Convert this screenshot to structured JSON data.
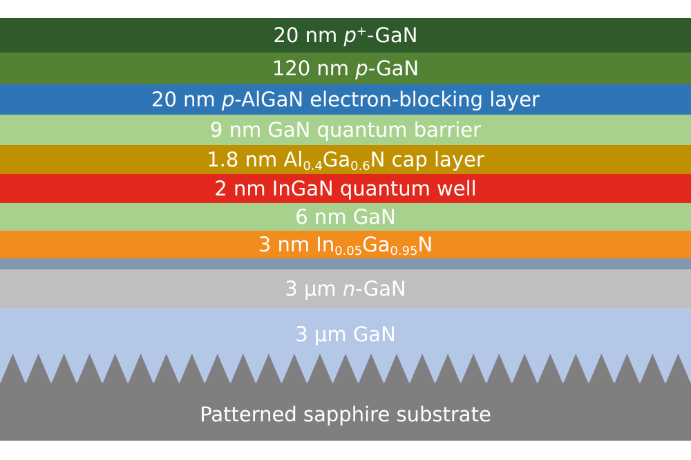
{
  "layers": [
    {
      "id": "pplus",
      "parts": [
        {
          "t": "20 nm "
        },
        {
          "t": "p",
          "i": true
        },
        {
          "t": "+",
          "sup": true
        },
        {
          "t": "-GaN"
        }
      ],
      "color": "#2f5a2c"
    },
    {
      "id": "p",
      "parts": [
        {
          "t": "120 nm "
        },
        {
          "t": "p",
          "i": true
        },
        {
          "t": "-GaN"
        }
      ],
      "color": "#548235"
    },
    {
      "id": "ebl",
      "parts": [
        {
          "t": "20 nm "
        },
        {
          "t": "p",
          "i": true
        },
        {
          "t": "-AlGaN electron-blocking layer"
        }
      ],
      "color": "#2e75b6"
    },
    {
      "id": "qb",
      "parts": [
        {
          "t": "9 nm GaN quantum barrier"
        }
      ],
      "color": "#a9d18e"
    },
    {
      "id": "cap",
      "parts": [
        {
          "t": "1.8 nm Al"
        },
        {
          "t": "0.4",
          "sub": true
        },
        {
          "t": "Ga"
        },
        {
          "t": "0.6",
          "sub": true
        },
        {
          "t": "N cap layer"
        }
      ],
      "color": "#bf9000"
    },
    {
      "id": "qw",
      "parts": [
        {
          "t": "2 nm InGaN quantum well"
        }
      ],
      "color": "#e2281c"
    },
    {
      "id": "gan6",
      "parts": [
        {
          "t": "6 nm GaN"
        }
      ],
      "color": "#a9d18e"
    },
    {
      "id": "ingan3",
      "parts": [
        {
          "t": "3 nm In"
        },
        {
          "t": "0.05",
          "sub": true
        },
        {
          "t": "Ga"
        },
        {
          "t": "0.95",
          "sub": true
        },
        {
          "t": "N"
        }
      ],
      "color": "#f28c1e"
    },
    {
      "id": "sl",
      "parts": [],
      "color": "#8497b0"
    },
    {
      "id": "ngan",
      "parts": [
        {
          "t": "3 "
        },
        {
          "t": "μm "
        },
        {
          "t": "n",
          "i": true
        },
        {
          "t": "-GaN"
        }
      ],
      "color": "#bfbfbf"
    },
    {
      "id": "ugan",
      "parts": [
        {
          "t": "3 "
        },
        {
          "t": "μm GaN"
        }
      ],
      "color": "#b4c7e7"
    },
    {
      "id": "sub",
      "parts": [
        {
          "t": "Patterned sapphire substrate"
        }
      ],
      "color": "#7f7f7f"
    }
  ],
  "teeth_count": 27
}
